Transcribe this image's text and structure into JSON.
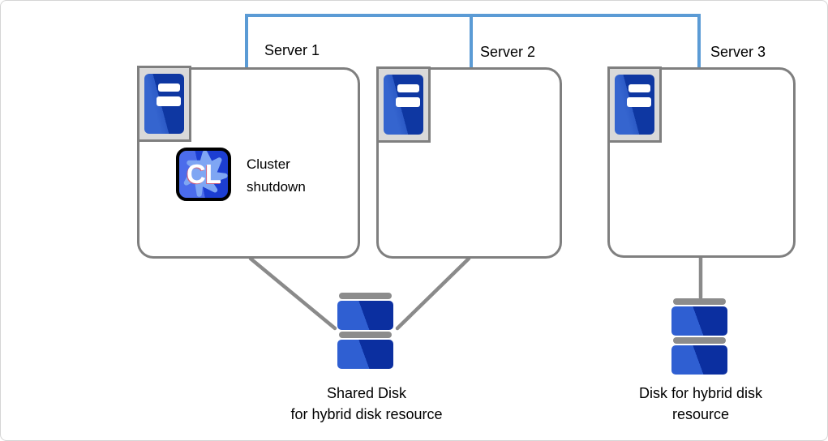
{
  "servers": [
    {
      "label": "Server 1"
    },
    {
      "label": "Server 2"
    },
    {
      "label": "Server 3"
    }
  ],
  "cluster_shutdown": {
    "icon_text": "CL",
    "label": "Cluster\nshutdown"
  },
  "disks": [
    {
      "caption": "Shared Disk\nfor hybrid disk resource"
    },
    {
      "caption": "Disk for hybrid disk\nresource"
    }
  ],
  "colors": {
    "network_link_blue": "#5b9bd5",
    "box_outline_gray": "#7f7f7f",
    "connector_gray": "#8a8a8a",
    "icon_frame_fill": "#d9d9d9",
    "server_blue_light": "#3565cf",
    "server_blue_dark": "#0e37a2",
    "disk_blue_light": "#2f5fd2",
    "disk_blue_dark": "#0b2fa0",
    "cluster_icon_blue_light": "#4b6ceb",
    "cluster_icon_blue_dark": "#1c3ed2",
    "cluster_icon_splash": "#7fa6f3"
  }
}
